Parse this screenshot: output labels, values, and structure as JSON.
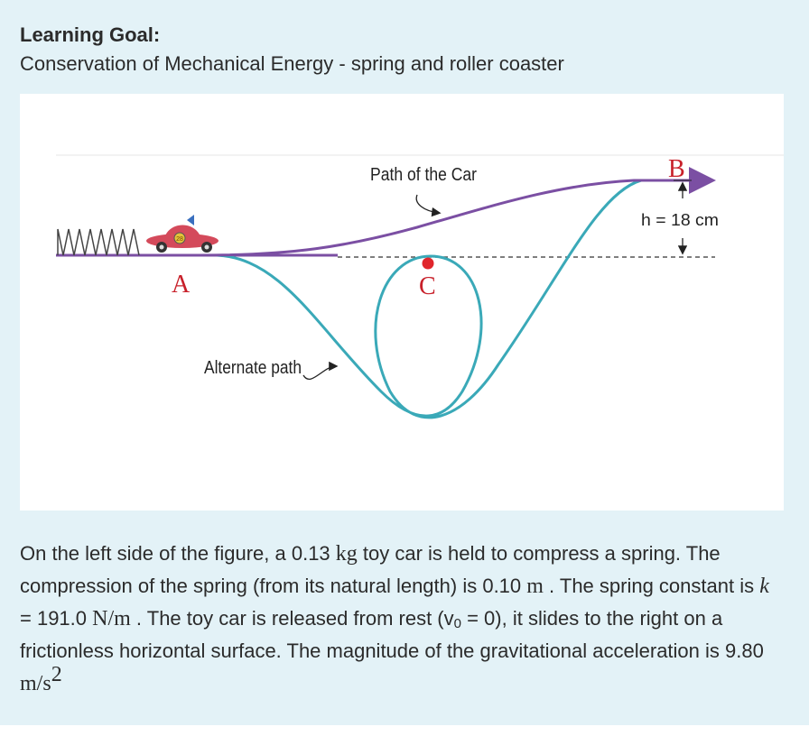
{
  "header": {
    "title": "Learning Goal:",
    "subtitle": "Conservation of Mechanical Energy - spring and roller coaster"
  },
  "figure": {
    "label_path": "Path of the Car",
    "label_alternate": "Alternate path",
    "label_height": "h = 18 cm",
    "point_a": "A",
    "point_b": "B",
    "point_c": "C",
    "car_number": "28",
    "colors": {
      "main_path": "#7b4fa3",
      "alternate_path": "#3aa9b8",
      "car_body": "#d44a5b",
      "point_c": "#e0252b",
      "label_letters": "#c8202a"
    }
  },
  "problem": {
    "p1": "On the left side of the figure,  a 0.13 ",
    "unit_kg": "kg",
    "p2": " toy car is held to compress a spring. The compression of the spring (from its natural length) is 0.10 ",
    "unit_m": "m",
    "p3": " . The spring constant is ",
    "k_symbol": "k",
    "p4": " = 191.0 ",
    "unit_n_per_m": "N/m",
    "p5": " . The toy car is released from rest (v",
    "v_sub": "0",
    "p6": " = 0), it slides to the right on a frictionless horizontal surface. The magnitude of the gravitational acceleration is 9.80 ",
    "unit_accel": "m/s",
    "accel_sup": "2"
  }
}
